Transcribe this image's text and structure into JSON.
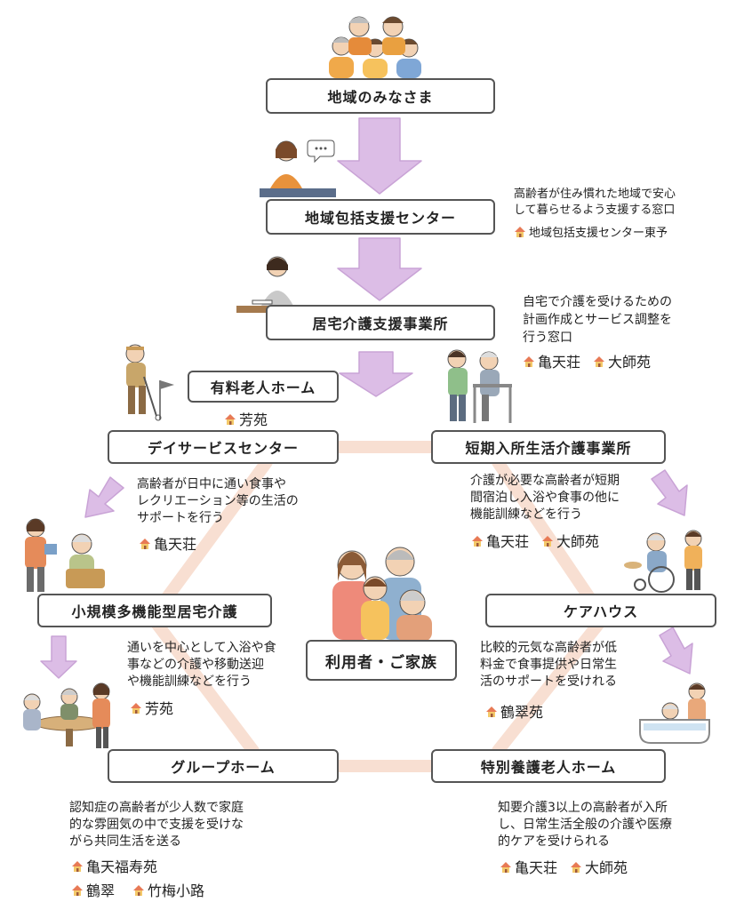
{
  "colors": {
    "arrow": "#dcbde6",
    "arrow_stroke": "#c9a3d6",
    "hexagon": "#f8dfd2",
    "house_roof": "#e87a55",
    "house_body": "#f4c96a",
    "box_border": "#555555"
  },
  "icons": [
    "family-illustration",
    "consultant-illustration",
    "care-manager-illustration",
    "golf-elder-illustration",
    "walker-elder-illustration",
    "caregiver-elder-illustration",
    "wheelchair-illustration",
    "family-center-illustration",
    "table-meal-illustration",
    "bath-care-illustration",
    "house-icon"
  ],
  "top": {
    "residents": "地域のみなさま",
    "center": "地域包括支援センター",
    "center_desc": [
      "高齢者が住み慣れた地域で安心",
      "して暮らせるよう支援する窓口"
    ],
    "center_fac": [
      "地域包括支援センター東予"
    ],
    "kyotaku": "居宅介護支援事業所",
    "kyotaku_desc": [
      "自宅で介護を受けるための",
      "計画作成とサービス調整を",
      "行う窓口"
    ],
    "kyotaku_fac": [
      "亀天荘",
      "大師苑"
    ]
  },
  "yuryo": {
    "title": "有料老人ホーム",
    "fac": [
      "芳苑"
    ]
  },
  "day": {
    "title": "デイサービスセンター",
    "desc": [
      "高齢者が日中に通い食事や",
      "レクリエーション等の生活の",
      "サポートを行う"
    ],
    "fac": [
      "亀天荘"
    ]
  },
  "short": {
    "title": "短期入所生活介護事業所",
    "desc": [
      "介護が必要な高齢者が短期",
      "間宿泊し入浴や食事の他に",
      "機能訓練などを行う"
    ],
    "fac": [
      "亀天荘",
      "大師苑"
    ]
  },
  "small": {
    "title": "小規模多機能型居宅介護",
    "desc": [
      "通いを中心として入浴や食",
      "事などの介護や移動送迎",
      "や機能訓練などを行う"
    ],
    "fac": [
      "芳苑"
    ]
  },
  "carehouse": {
    "title": "ケアハウス",
    "desc": [
      "比較的元気な高齢者が低",
      "料金で食事提供や日常生",
      "活のサポートを受けれる"
    ],
    "fac": [
      "鶴翠苑"
    ]
  },
  "user": {
    "title": "利用者・ご家族"
  },
  "group": {
    "title": "グループホーム",
    "desc": [
      "認知症の高齢者が少人数で家庭",
      "的な雰囲気の中で支援を受けな",
      "がら共同生活を送る"
    ],
    "fac1": [
      "亀天福寿苑"
    ],
    "fac2": [
      "鶴翠",
      "竹梅小路"
    ]
  },
  "tokuyo": {
    "title": "特別養護老人ホーム",
    "desc": [
      "知要介護3以上の高齢者が入所",
      "し、日常生活全般の介護や医療",
      "的ケアを受けられる"
    ],
    "fac": [
      "亀天荘",
      "大師苑"
    ]
  }
}
